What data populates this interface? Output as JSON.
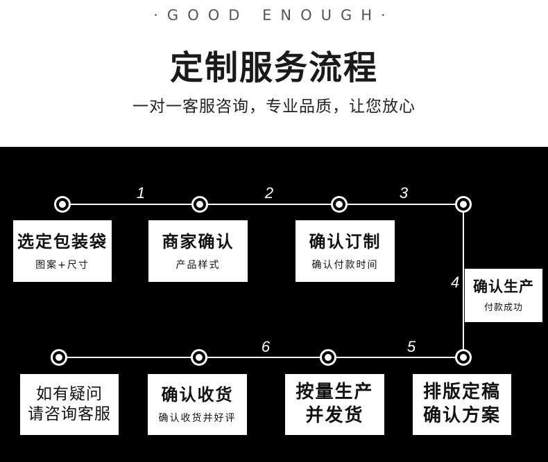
{
  "header": {
    "tagline": "·GOOD ENOUGH·",
    "title": "定制服务流程",
    "subtitle": "一对一客服咨询，专业品质，让您放心"
  },
  "flow": {
    "steps": [
      {
        "number": "",
        "title": "选定包装袋",
        "subtitle": "图案+尺寸"
      },
      {
        "number": "1",
        "title": "商家确认",
        "subtitle": "产品样式"
      },
      {
        "number": "2",
        "title": "确认订制",
        "subtitle": "确认付款时间"
      },
      {
        "number": "3",
        "title": "确认生产",
        "subtitle": "付款成功"
      },
      {
        "number": "4",
        "title": "排版定稿",
        "title2": "确认方案"
      },
      {
        "number": "5",
        "title": "按量生产",
        "title2": "并发货"
      },
      {
        "number": "6",
        "title": "确认收货",
        "subtitle": "确认收货并好评"
      },
      {
        "number": "",
        "title": "如有疑问",
        "title2": "请咨询客服"
      }
    ]
  },
  "colors": {
    "panel": "#000000",
    "box": "#ffffff",
    "text": "#111111",
    "line": "#ffffff"
  }
}
